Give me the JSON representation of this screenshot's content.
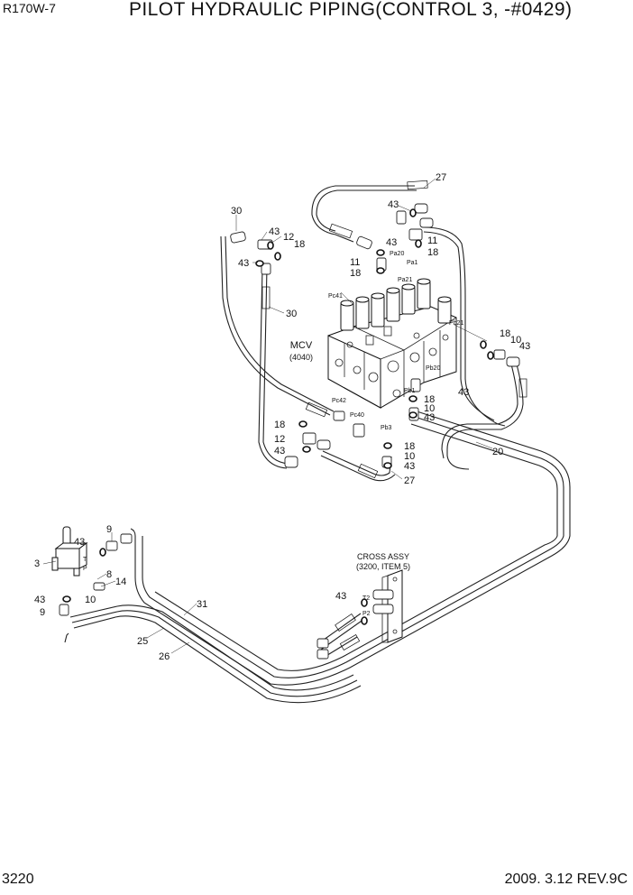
{
  "header": {
    "model": "R170W-7",
    "title": "PILOT HYDRAULIC PIPING(CONTROL 3, -#0429)"
  },
  "footer": {
    "page": "3220",
    "date_rev": "2009. 3.12  REV.9C"
  },
  "components": {
    "mcv": {
      "name": "MCV",
      "ref": "(4040)"
    },
    "cross_assy": {
      "name": "CROSS ASSY",
      "ref": "(3200, ITEM 5)"
    }
  },
  "port_labels": {
    "pc41": "Pc41",
    "pa20": "Pa20",
    "pa1": "Pa1",
    "pa21": "Pa21",
    "pb21": "Pb21",
    "pb20": "Pb20",
    "pb1": "Pb1",
    "pc42": "Pc42",
    "pc40": "Pc40",
    "pb3": "Pb3",
    "t2": "T2",
    "p2": "P2",
    "t": "T",
    "p": "P"
  },
  "callouts": {
    "c27_top": "27",
    "c43_a": "43",
    "c43_b": "43",
    "c11_a": "11",
    "c18_a": "18",
    "c11_b": "11",
    "c18_b": "18",
    "c30_a": "30",
    "c43_c": "43",
    "c12_a": "12",
    "c18_c": "18",
    "c43_d": "43",
    "c30_b": "30",
    "c18_d": "18",
    "c10_a": "10",
    "c43_e": "43",
    "c43_f": "43",
    "c18_e": "18",
    "c10_b": "10",
    "c43_g": "43",
    "c18_f": "18",
    "c12_b": "12",
    "c43_h": "43",
    "c18_g": "18",
    "c10_c": "10",
    "c43_i": "43",
    "c27_bottom": "27",
    "c20": "20",
    "c9_a": "9",
    "c43_j": "43",
    "c3": "3",
    "c8": "8",
    "c14": "14",
    "c43_k": "43",
    "c10_d": "10",
    "c9_b": "9",
    "c31": "31",
    "c25": "25",
    "c26": "26",
    "c43_l": "43"
  }
}
